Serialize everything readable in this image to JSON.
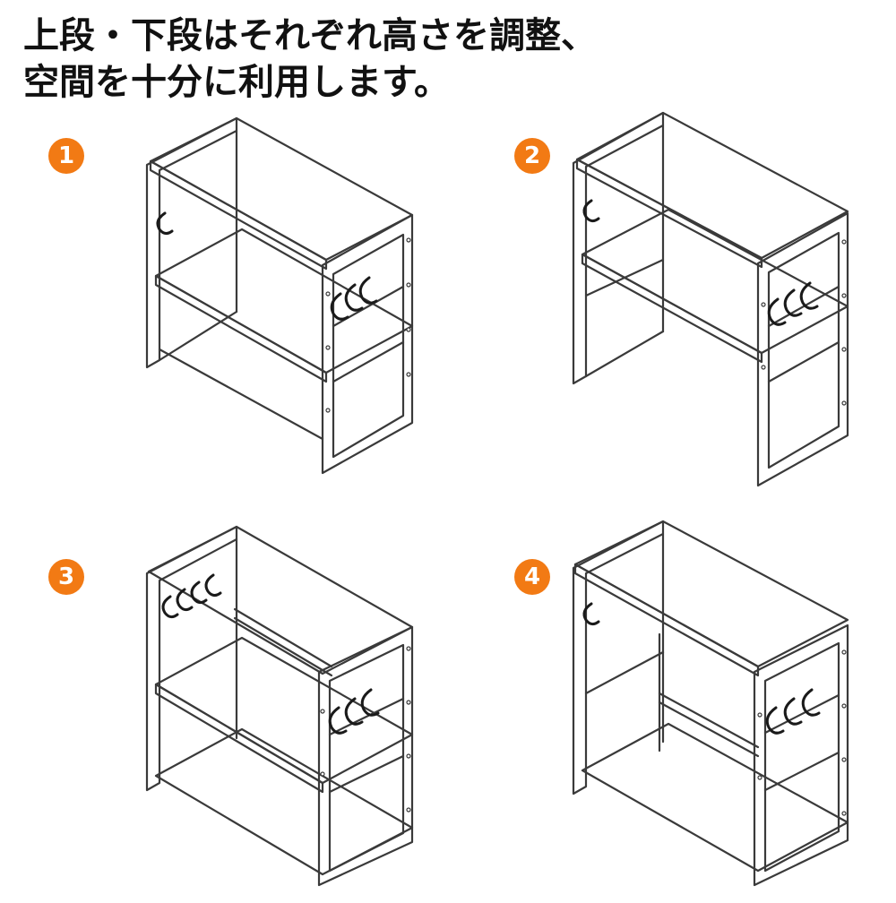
{
  "heading": {
    "line1": "上段・下段はそれぞれ高さを調整、",
    "line2": "空間を十分に利用します。"
  },
  "badges": [
    {
      "label": "1"
    },
    {
      "label": "2"
    },
    {
      "label": "3"
    },
    {
      "label": "4"
    }
  ],
  "colors": {
    "badge": "#f27a14",
    "line": "#3a3a3a",
    "background": "#ffffff"
  }
}
